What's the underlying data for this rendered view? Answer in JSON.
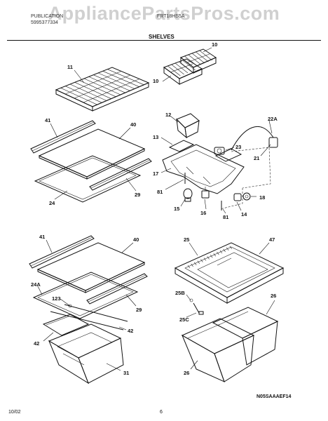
{
  "header": {
    "left_line_1": "PUBLICATION",
    "left_line_2": "5995377334",
    "right_line": "FRT18HS5A",
    "section_title": "SHELVES"
  },
  "watermark": "AppliancePartsPros.com",
  "footer": {
    "date": "10/02",
    "page": "6",
    "code": "N05SAAAEF14"
  },
  "callouts": {
    "c11": "11",
    "c10a": "10",
    "c10b": "10",
    "c41a": "41",
    "c40a": "40",
    "c29a": "29",
    "c24": "24",
    "c12": "12",
    "c13": "13",
    "c17": "17",
    "c81a": "81",
    "c15": "15",
    "c16": "16",
    "c81b": "81",
    "c14": "14",
    "c18": "18",
    "c23": "23",
    "c21": "21",
    "c22a": "22A",
    "c41b": "41",
    "c40b": "40",
    "c24a": "24A",
    "c123": "123",
    "c29b": "29",
    "c42a": "42",
    "c42b": "42",
    "c31": "31",
    "c25": "25",
    "c47": "47",
    "c25b": "25B",
    "c25c": "25C",
    "c26a": "26",
    "c26b": "26"
  }
}
